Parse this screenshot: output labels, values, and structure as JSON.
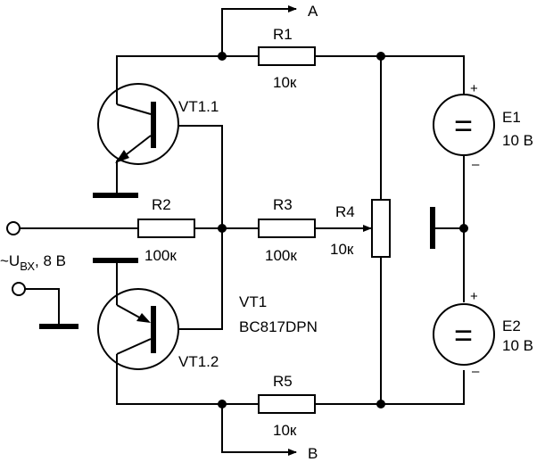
{
  "labels": {
    "output_a": "A",
    "output_b": "B",
    "r1_name": "R1",
    "r1_value": "10к",
    "r2_name": "R2",
    "r2_value": "100к",
    "r3_name": "R3",
    "r3_value": "100к",
    "r4_name": "R4",
    "r4_value": "10к",
    "r5_name": "R5",
    "r5_value": "10к",
    "vt11": "VT1.1",
    "vt12": "VT1.2",
    "vt1_name": "VT1",
    "vt1_part": "BC817DPN",
    "e1_name": "E1",
    "e1_value": "10 В",
    "e2_name": "E2",
    "e2_value": "10 В",
    "input_prefix": "~U",
    "input_sub": "ВХ",
    "input_suffix": ", 8 В",
    "plus": "+",
    "minus": "–",
    "battery_symbol": "="
  }
}
